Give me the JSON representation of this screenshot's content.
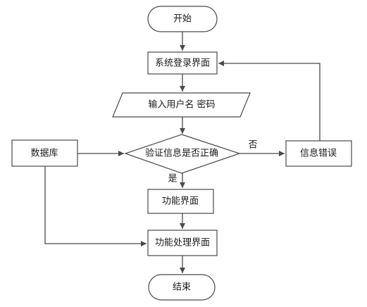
{
  "diagram": {
    "nodes": {
      "start": "开始",
      "login": "系统登录界面",
      "input": "输入用户名 密码",
      "verify": "验证信息是否正确",
      "db": "数据库",
      "error": "信息错误",
      "func": "功能界面",
      "process": "功能处理界面",
      "end": "结束"
    },
    "edge_labels": {
      "no": "否",
      "yes": "是"
    }
  }
}
